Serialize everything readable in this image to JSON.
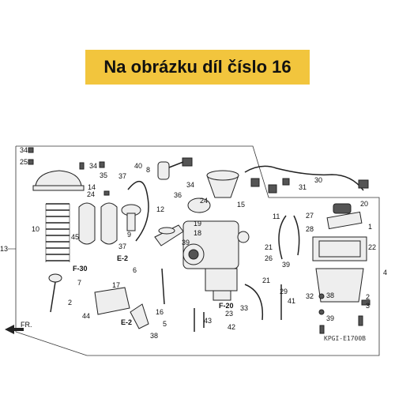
{
  "banner": {
    "text": "Na obrázku díl číslo 16",
    "color": "#f2c53d"
  },
  "diagram": {
    "code": "KPGI-E1700B",
    "direction_label": "FR.",
    "refs": {
      "f30": "F-30",
      "f20": "F-20",
      "e2a": "E-2",
      "e2b": "E-2"
    },
    "callouts": {
      "n34a": "34",
      "n25": "25",
      "n14": "14",
      "n10": "10",
      "n13": "13",
      "n7": "7",
      "n2a": "2",
      "n34b": "34",
      "n35": "35",
      "n24a": "24",
      "n45": "45",
      "n9": "9",
      "n12": "12",
      "n37a": "37",
      "n40": "40",
      "n37b": "37",
      "n8": "8",
      "n34c": "34",
      "n36": "36",
      "n24b": "24",
      "n15": "15",
      "n19": "19",
      "n18": "18",
      "n39a": "39",
      "n31": "31",
      "n30": "30",
      "n6": "6",
      "n17": "17",
      "n44": "44",
      "n16": "16",
      "n38a": "38",
      "n5": "5",
      "n43": "43",
      "n42": "42",
      "n23": "23",
      "n33": "33",
      "n20": "20",
      "n27": "27",
      "n28": "28",
      "n11": "11",
      "n1": "1",
      "n22": "22",
      "n4": "4",
      "n21a": "21",
      "n26": "26",
      "n39b": "39",
      "n21b": "21",
      "n29": "29",
      "n41": "41",
      "n32": "32",
      "n38b": "38",
      "n39c": "39",
      "n2b": "2",
      "n3": "3"
    }
  }
}
